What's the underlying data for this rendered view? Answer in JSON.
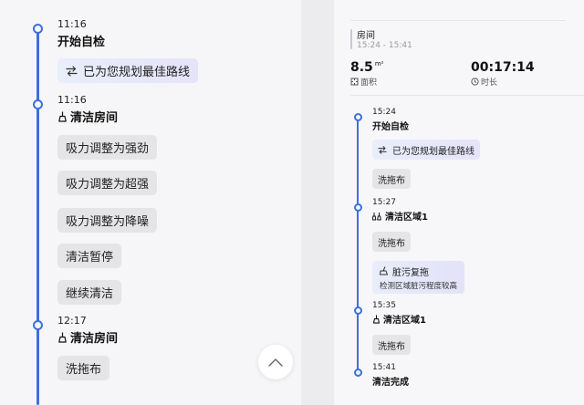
{
  "left": {
    "entries": [
      {
        "time": "11:16",
        "title": "开始自检",
        "chips": [
          "已为您规划最佳路线"
        ]
      },
      {
        "time": "11:16",
        "title": "清洁房间",
        "chips": [
          "吸力调整为强劲",
          "吸力调整为超强",
          "吸力调整为降噪",
          "清洁暂停",
          "继续清洁"
        ]
      },
      {
        "time": "12:17",
        "title": "清洁房间",
        "chips": [
          "洗拖布"
        ]
      }
    ]
  },
  "right": {
    "header": {
      "room_label": "房间",
      "room_time": "15:24 - 15:41",
      "area_value": "8.5",
      "area_unit": "m²",
      "area_label": "面积",
      "duration_value": "00:17:14",
      "duration_label": "时长"
    },
    "entries": [
      {
        "time": "15:24",
        "title": "开始自检",
        "chips": [
          "已为您规划最佳路线",
          "洗拖布"
        ]
      },
      {
        "time": "15:27",
        "title": "清洁区域1",
        "chips": [
          "洗拖布"
        ]
      },
      {
        "dirty": {
          "title": "脏污复拖",
          "subtitle": "检测区域脏污程度较高"
        }
      },
      {
        "time": "15:35",
        "title": "清洁区域1",
        "chips": [
          "洗拖布"
        ]
      },
      {
        "time": "15:41",
        "title": "清洁完成"
      }
    ]
  },
  "colors": {
    "accent": "#3d6fe0",
    "chip_bg": "#e5e5e8"
  }
}
